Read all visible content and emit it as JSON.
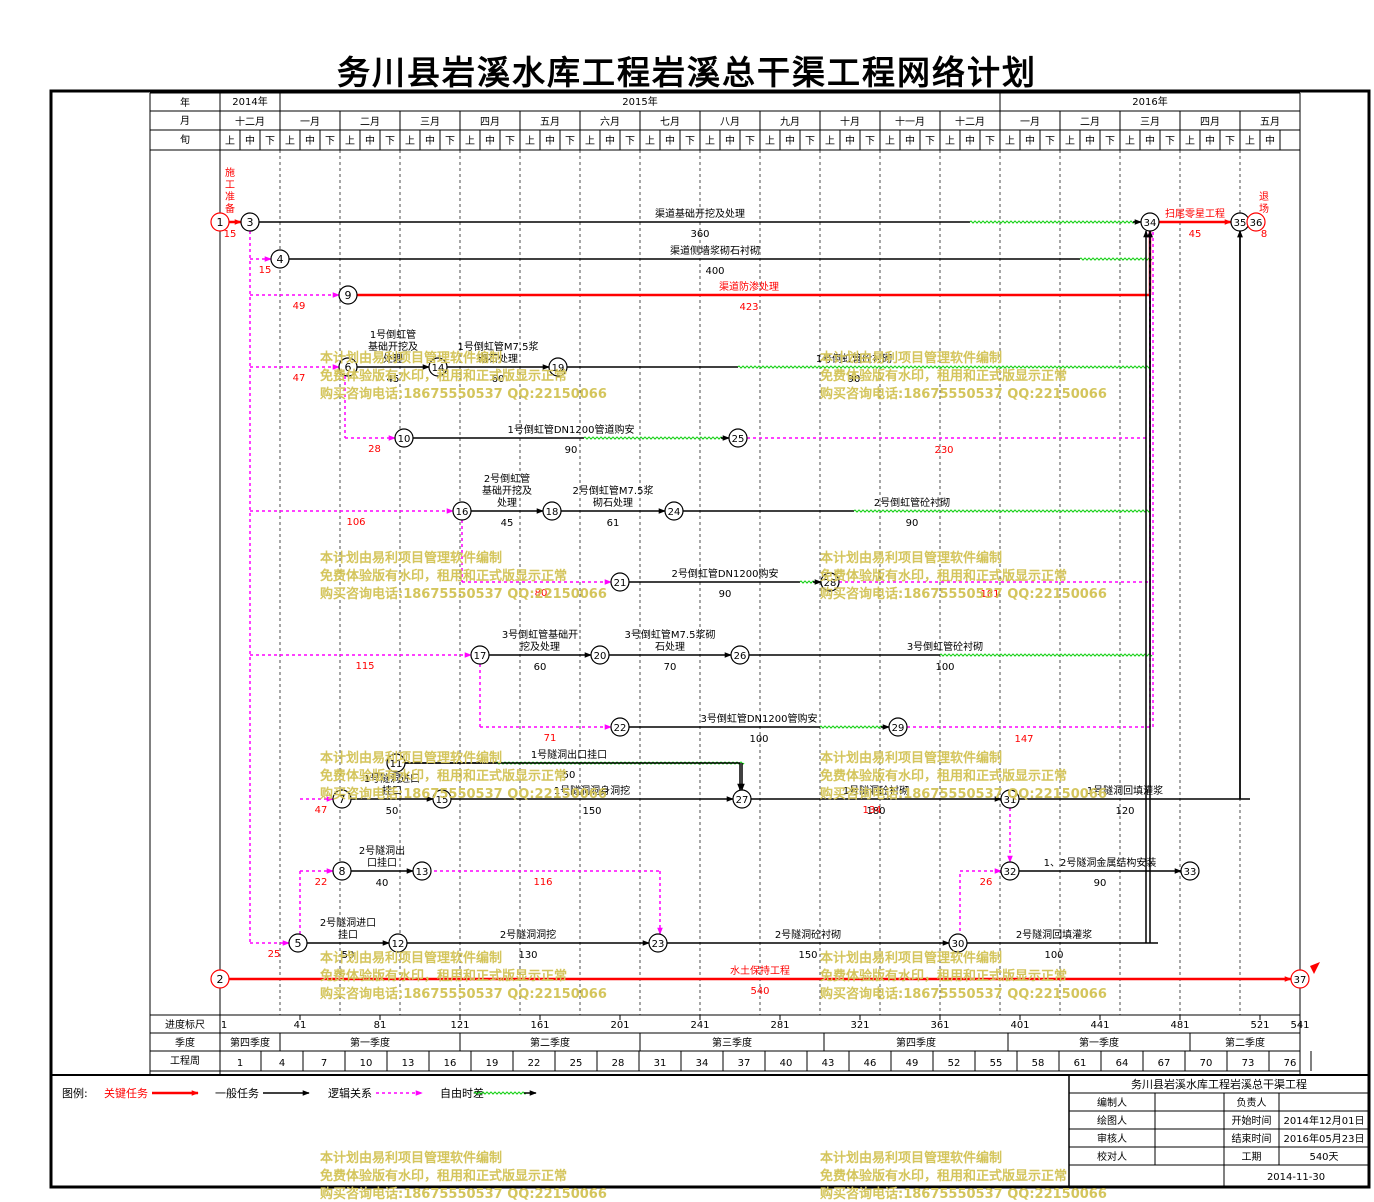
{
  "title": "务川县岩溪水库工程岩溪总干渠工程网络计划",
  "colors": {
    "critical": "#ff0000",
    "normal": "#000000",
    "float": "#ff00ff",
    "wave": "#00cc00",
    "watermark": "#d4c55c"
  },
  "header": {
    "row_labels": [
      "年",
      "月",
      "旬"
    ],
    "years": [
      {
        "label": "2014年",
        "from": 0,
        "to": 3
      },
      {
        "label": "2015年",
        "from": 3,
        "to": 39
      },
      {
        "label": "2016年",
        "from": 39,
        "to": 54
      }
    ],
    "months": [
      {
        "label": "十二月",
        "from": 0,
        "to": 3
      },
      {
        "label": "一月",
        "from": 3,
        "to": 6
      },
      {
        "label": "二月",
        "from": 6,
        "to": 9
      },
      {
        "label": "三月",
        "from": 9,
        "to": 12
      },
      {
        "label": "四月",
        "from": 12,
        "to": 15
      },
      {
        "label": "五月",
        "from": 15,
        "to": 18
      },
      {
        "label": "六月",
        "from": 18,
        "to": 21
      },
      {
        "label": "七月",
        "from": 21,
        "to": 24
      },
      {
        "label": "八月",
        "from": 24,
        "to": 27
      },
      {
        "label": "九月",
        "from": 27,
        "to": 30
      },
      {
        "label": "十月",
        "from": 30,
        "to": 33
      },
      {
        "label": "十一月",
        "from": 33,
        "to": 36
      },
      {
        "label": "十二月",
        "from": 36,
        "to": 39
      },
      {
        "label": "一月",
        "from": 39,
        "to": 42
      },
      {
        "label": "二月",
        "from": 42,
        "to": 45
      },
      {
        "label": "三月",
        "from": 45,
        "to": 48
      },
      {
        "label": "四月",
        "from": 48,
        "to": 51
      },
      {
        "label": "五月",
        "from": 51,
        "to": 54
      }
    ],
    "xun": [
      "上",
      "中",
      "下"
    ],
    "xun_count": 53
  },
  "footer": {
    "row_labels": [
      "进度标尺",
      "季度",
      "工程周"
    ],
    "ruler": [
      "1",
      "41",
      "81",
      "121",
      "161",
      "201",
      "241",
      "281",
      "321",
      "361",
      "401",
      "441",
      "481",
      "521",
      "541"
    ],
    "quarters": [
      {
        "label": "第四季度",
        "from": 1,
        "to": 31
      },
      {
        "label": "第一季度",
        "from": 31,
        "to": 121
      },
      {
        "label": "第二季度",
        "from": 121,
        "to": 211
      },
      {
        "label": "第三季度",
        "from": 211,
        "to": 303
      },
      {
        "label": "第四季度",
        "from": 303,
        "to": 395
      },
      {
        "label": "第一季度",
        "from": 395,
        "to": 486
      },
      {
        "label": "第二季度",
        "from": 486,
        "to": 541
      }
    ],
    "weeks": [
      "1",
      "4",
      "7",
      "10",
      "13",
      "16",
      "19",
      "22",
      "25",
      "28",
      "31",
      "34",
      "37",
      "40",
      "43",
      "46",
      "49",
      "52",
      "55",
      "58",
      "61",
      "64",
      "67",
      "70",
      "73",
      "76"
    ]
  },
  "nodes": [
    {
      "id": "1",
      "day": 0,
      "row": 0
    },
    {
      "id": "3",
      "day": 15,
      "row": 0
    },
    {
      "id": "34",
      "day": 465,
      "row": 0
    },
    {
      "id": "35",
      "day": 510,
      "row": 0
    },
    {
      "id": "36",
      "day": 518,
      "row": 0
    },
    {
      "id": "4",
      "day": 30,
      "row": 1
    },
    {
      "id": "9",
      "day": 64,
      "row": 2
    },
    {
      "id": "6",
      "day": 64,
      "row": 3
    },
    {
      "id": "14",
      "day": 109,
      "row": 3
    },
    {
      "id": "19",
      "day": 169,
      "row": 3
    },
    {
      "id": "10",
      "day": 92,
      "row": 4
    },
    {
      "id": "25",
      "day": 259,
      "row": 4
    },
    {
      "id": "16",
      "day": 121,
      "row": 5
    },
    {
      "id": "18",
      "day": 166,
      "row": 5
    },
    {
      "id": "24",
      "day": 227,
      "row": 5
    },
    {
      "id": "21",
      "day": 200,
      "row": 6
    },
    {
      "id": "28",
      "day": 305,
      "row": 6
    },
    {
      "id": "17",
      "day": 130,
      "row": 7
    },
    {
      "id": "20",
      "day": 190,
      "row": 7
    },
    {
      "id": "26",
      "day": 260,
      "row": 7
    },
    {
      "id": "22",
      "day": 200,
      "row": 8
    },
    {
      "id": "29",
      "day": 339,
      "row": 8
    },
    {
      "id": "11",
      "day": 88,
      "row": 9
    },
    {
      "id": "7",
      "day": 61,
      "row": 10
    },
    {
      "id": "15",
      "day": 111,
      "row": 10
    },
    {
      "id": "27",
      "day": 261,
      "row": 10
    },
    {
      "id": "31",
      "day": 395,
      "row": 10
    },
    {
      "id": "8",
      "day": 61,
      "row": 11
    },
    {
      "id": "13",
      "day": 101,
      "row": 11
    },
    {
      "id": "32",
      "day": 395,
      "row": 11
    },
    {
      "id": "33",
      "day": 485,
      "row": 11
    },
    {
      "id": "5",
      "day": 39,
      "row": 12
    },
    {
      "id": "12",
      "day": 89,
      "row": 12
    },
    {
      "id": "23",
      "day": 219,
      "row": 12
    },
    {
      "id": "30",
      "day": 369,
      "row": 12
    },
    {
      "id": "2",
      "day": 0,
      "row": 13
    },
    {
      "id": "37",
      "day": 540,
      "row": 13
    }
  ],
  "activities": [
    {
      "from": "1",
      "to": "3",
      "name": "施工准备",
      "duration": "15",
      "type": "critical",
      "vertical": true
    },
    {
      "from": "3",
      "to": "34",
      "name": "渠道基础开挖及处理",
      "duration": "360",
      "type": "normal",
      "wave_from_day": 375
    },
    {
      "from": "34",
      "to": "35",
      "name": "扫尾零星工程",
      "duration": "45",
      "type": "critical"
    },
    {
      "from": "35",
      "to": "36",
      "name": "退场",
      "duration": "8",
      "type": "critical",
      "vertical": true
    },
    {
      "from": "4",
      "to": "34",
      "name": "渠道侧墙浆砌石衬砌",
      "duration": "400",
      "type": "normal",
      "wave_from_day": 430
    },
    {
      "from": "9",
      "to": "34",
      "name": "渠道防渗处理",
      "duration": "423",
      "type": "critical"
    },
    {
      "from": "6",
      "to": "14",
      "name": "1号倒虹管基础开挖及处理",
      "name_lines": [
        "1号倒虹管",
        "基础开挖及",
        "处理"
      ],
      "duration": "45",
      "type": "normal"
    },
    {
      "from": "14",
      "to": "19",
      "name": "1号倒虹管M7.5浆砌石处理",
      "name_lines": [
        "1号倒虹管M7.5浆",
        "砌石处理"
      ],
      "duration": "60",
      "type": "normal"
    },
    {
      "from": "19",
      "to": "34",
      "name": "1号倒虹管砼衬砌",
      "duration": "90",
      "type": "normal",
      "wave_from_day": 259
    },
    {
      "from": "10",
      "to": "25",
      "name": "1号倒虹管DN1200管道购安",
      "duration": "90",
      "type": "normal",
      "wave_from_day": 182
    },
    {
      "from": "25",
      "to": "34",
      "name": "",
      "duration": "230",
      "type": "float"
    },
    {
      "from": "16",
      "to": "18",
      "name": "2号倒虹管基础开挖及处理",
      "name_lines": [
        "2号倒虹管",
        "基础开挖及",
        "处理"
      ],
      "duration": "45",
      "type": "normal"
    },
    {
      "from": "18",
      "to": "24",
      "name": "2号倒虹管M7.5浆砌石处理",
      "name_lines": [
        "2号倒虹管M7.5浆",
        "砌石处理"
      ],
      "duration": "61",
      "type": "normal"
    },
    {
      "from": "24",
      "to": "34",
      "name": "2号倒虹管砼衬砌",
      "duration": "90",
      "type": "normal",
      "wave_from_day": 317
    },
    {
      "from": "21",
      "to": "28",
      "name": "2号倒虹管DN1200购安",
      "duration": "90",
      "type": "normal",
      "wave_from_day": 290
    },
    {
      "from": "28",
      "to": "34",
      "name": "",
      "duration": "181",
      "type": "float"
    },
    {
      "from": "17",
      "to": "20",
      "name": "3号倒虹管基础开挖及处理",
      "name_lines": [
        "3号倒虹管基础开",
        "挖及处理"
      ],
      "duration": "60",
      "type": "normal"
    },
    {
      "from": "20",
      "to": "26",
      "name": "3号倒虹管M7.5浆砌石处理",
      "name_lines": [
        "3号倒虹管M7.5浆砌",
        "石处理"
      ],
      "duration": "70",
      "type": "normal"
    },
    {
      "from": "26",
      "to": "34",
      "name": "3号倒虹管砼衬砌",
      "duration": "100",
      "type": "normal",
      "wave_from_day": 360
    },
    {
      "from": "22",
      "to": "29",
      "name": "3号倒虹管DN1200管购安",
      "duration": "100",
      "type": "normal",
      "wave_from_day": 300
    },
    {
      "from": "29",
      "to": "34",
      "name": "",
      "duration": "147",
      "type": "float"
    },
    {
      "from": "11",
      "to": "27",
      "name": "1号隧洞出口挂口",
      "duration": "50",
      "type": "normal",
      "wave_from_day": 138,
      "wave_to_day": 258
    },
    {
      "from": "7",
      "to": "15",
      "name": "1号隧洞进口挂口",
      "name_lines": [
        "1号隧洞进口",
        "挂口"
      ],
      "duration": "50",
      "type": "normal"
    },
    {
      "from": "15",
      "to": "27",
      "name": "1号隧洞洞身洞挖",
      "duration": "150",
      "type": "normal"
    },
    {
      "from": "27",
      "to": "31",
      "name": "1号隧洞砼衬砌",
      "duration": "180",
      "float": "134",
      "type": "normal"
    },
    {
      "from": "31",
      "to": "35",
      "name": "1号隧洞回填灌浆",
      "duration": "120",
      "type": "normal",
      "wave_from_day": 515
    },
    {
      "from": "8",
      "to": "13",
      "name": "2号隧洞出口挂口",
      "name_lines": [
        "2号隧洞出",
        "口挂口"
      ],
      "duration": "40",
      "type": "normal"
    },
    {
      "from": "32",
      "to": "33",
      "name": "1、2号隧洞金属结构安装",
      "duration": "90",
      "type": "normal"
    },
    {
      "from": "5",
      "to": "12",
      "name": "2号隧洞进口挂口",
      "name_lines": [
        "2号隧洞进口",
        "挂口"
      ],
      "duration": "50",
      "type": "normal"
    },
    {
      "from": "12",
      "to": "23",
      "name": "2号隧洞洞挖",
      "duration": "130",
      "type": "normal"
    },
    {
      "from": "23",
      "to": "30",
      "name": "2号隧洞砼衬砌",
      "duration": "150",
      "type": "normal"
    },
    {
      "from": "30",
      "to": "34",
      "name": "2号隧洞回填灌浆",
      "duration": "100",
      "type": "normal",
      "wave_from_day": 469
    },
    {
      "from": "2",
      "to": "37",
      "name": "水土保持工程",
      "duration": "540",
      "type": "critical"
    }
  ],
  "float_links": [
    {
      "label": "15",
      "to": "4"
    },
    {
      "label": "49",
      "to": "9"
    },
    {
      "label": "47",
      "to": "6"
    },
    {
      "label": "28",
      "to": "10"
    },
    {
      "label": "106",
      "to": "16"
    },
    {
      "label": "80",
      "to": "21"
    },
    {
      "label": "115",
      "to": "17"
    },
    {
      "label": "71",
      "to": "22"
    },
    {
      "label": "47",
      "to": "7"
    },
    {
      "label": "22",
      "to": "8"
    },
    {
      "label": "25",
      "to": "5"
    },
    {
      "label": "116",
      "to": "23"
    },
    {
      "label": "26",
      "to": "32"
    }
  ],
  "legend": {
    "title": "图例:",
    "items": [
      {
        "label": "关键任务",
        "type": "critical"
      },
      {
        "label": "一般任务",
        "type": "normal"
      },
      {
        "label": "逻辑关系",
        "type": "float"
      },
      {
        "label": "自由时差",
        "type": "wave"
      }
    ]
  },
  "info": {
    "project": "务川县岩溪水库工程岩溪总干渠工程",
    "rows": [
      [
        "编制人",
        "",
        "负责人",
        ""
      ],
      [
        "绘图人",
        "",
        "开始时间",
        "2014年12月01日"
      ],
      [
        "审核人",
        "",
        "结束时间",
        "2016年05月23日"
      ],
      [
        "校对人",
        "",
        "工期",
        "540天"
      ]
    ],
    "date": "2014-11-30"
  },
  "watermark": [
    "本计划由易利项目管理软件编制",
    "免费体验版有水印，租用和正式版显示正常",
    "购买咨询电话:18675550537 QQ:22150066"
  ]
}
